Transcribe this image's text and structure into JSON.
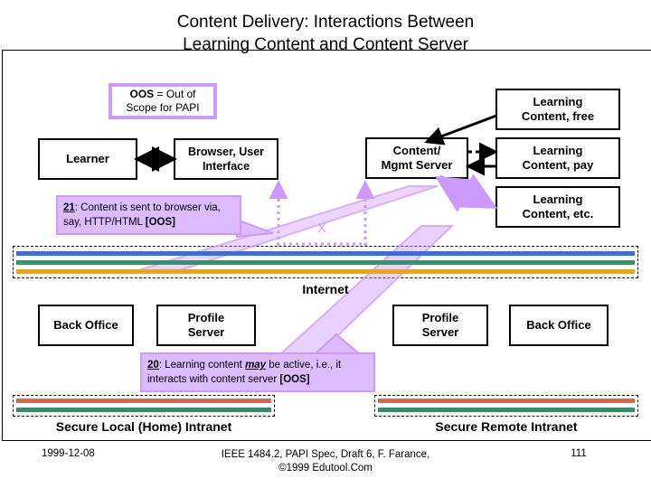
{
  "slide": {
    "title": "Content Delivery: Interactions Between\nLearning Content and Content Server",
    "legend": {
      "abbr": "OOS",
      "text": " = Out of\nScope for PAPI"
    },
    "nodes": {
      "learner": "Learner",
      "browser": "Browser, User\nInterface",
      "content_server": "Content/\nMgmt Server",
      "learning_free": "Learning\nContent, free",
      "learning_pay": "Learning\nContent, pay",
      "learning_etc": "Learning\nContent, etc.",
      "back_office_left": "Back Office",
      "profile_server_left": "Profile\nServer",
      "profile_server_right": "Profile\nServer",
      "back_office_right": "Back Office"
    },
    "callouts": {
      "step21": {
        "num": "21",
        "body": ": Content is sent to browser via, say, HTTP/HTML ",
        "tag": "[OOS]"
      },
      "step20": {
        "num": "20",
        "pre": ": Learning content ",
        "emph": "may",
        "post": " be active, i.e., it interacts with content server ",
        "tag": "[OOS]"
      }
    },
    "bands": {
      "internet_label": "Internet",
      "local_label": "Secure Local (Home) Intranet",
      "remote_label": "Secure Remote Intranet"
    },
    "marks": {
      "blocked": "X"
    },
    "footer": {
      "date": "1999-12-08",
      "center": "IEEE 1484.2, PAPI Spec, Draft 6, F. Farance,\n©1999 Edutool.Com",
      "page": "111"
    },
    "colors": {
      "accent_purple": "#cc99ff",
      "callout_fill": "#ddbbff",
      "band_blue": "#3a6fd8",
      "band_green": "#349468",
      "band_orange": "#e8a516",
      "band_red": "#cf6a55",
      "band_green2": "#2f8f63",
      "outline": "#000000"
    }
  }
}
